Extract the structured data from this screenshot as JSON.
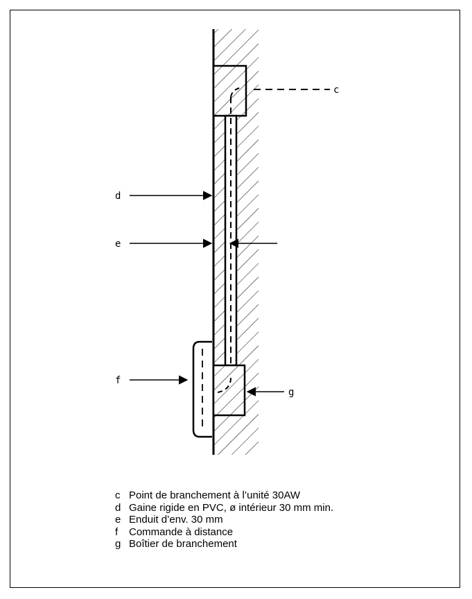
{
  "callouts": {
    "c": "c",
    "d": "d",
    "e": "e",
    "f": "f",
    "g": "g"
  },
  "legend": [
    {
      "key": "c",
      "text": "Point de branchement à l’unité 30AW"
    },
    {
      "key": "d",
      "text": "Gaine rigide en PVC, ø intérieur 30 mm min."
    },
    {
      "key": "e",
      "text": "Enduit d’env. 30 mm"
    },
    {
      "key": "f",
      "text": "Commande à distance"
    },
    {
      "key": "g",
      "text": "Boîtier de branchement"
    }
  ]
}
